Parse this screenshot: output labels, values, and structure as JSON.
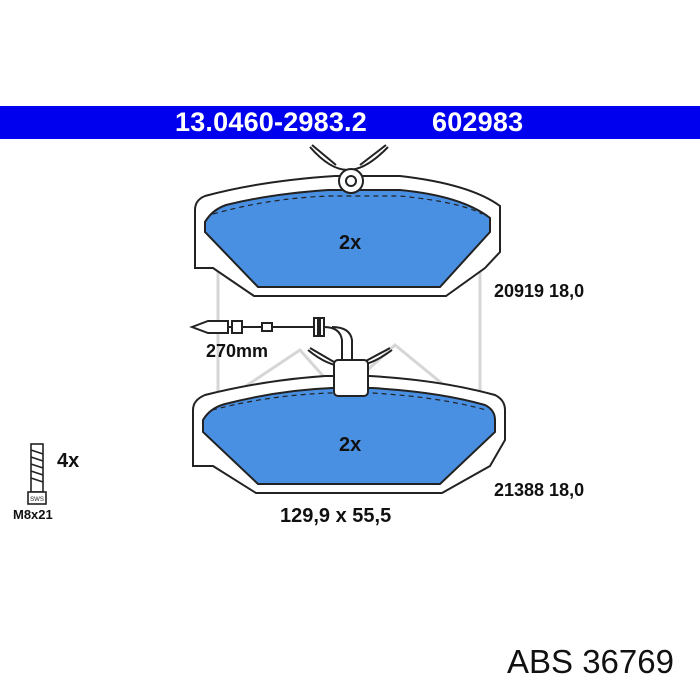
{
  "header": {
    "part_number": "13.0460-2983.2",
    "ref_number": "602983",
    "band_color": "#0000ee"
  },
  "pads": {
    "fill_color": "#4a90e2",
    "top": {
      "quantity": "2x",
      "spec": "20919 18,0"
    },
    "bottom": {
      "quantity": "2x",
      "spec": "21388 18,0"
    }
  },
  "wear_sensor": {
    "cable_length": "270mm"
  },
  "bolts": {
    "quantity": "4x",
    "thread_size": "M8x21",
    "head_marking": "SWS"
  },
  "dimensions": "129,9 x 55,5",
  "brand_code": "ABS 36769"
}
